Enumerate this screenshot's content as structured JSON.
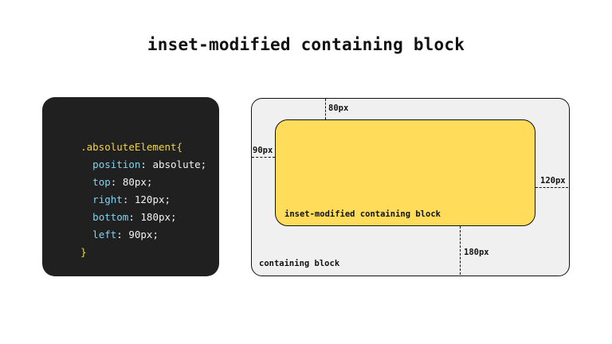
{
  "title": "inset-modified containing block",
  "code": {
    "selector": ".absoluteElement",
    "open_brace": "{",
    "close_brace": "}",
    "declarations": [
      {
        "property": "position",
        "value": "absolute;"
      },
      {
        "property": "top",
        "value": "80px;"
      },
      {
        "property": "right",
        "value": "120px;"
      },
      {
        "property": "bottom",
        "value": "180px;"
      },
      {
        "property": "left",
        "value": "90px;"
      }
    ]
  },
  "diagram": {
    "containing_block_label": "containing block",
    "inset_block_label": "inset-modified containing block",
    "top_label": "80px",
    "right_label": "120px",
    "bottom_label": "180px",
    "left_label": "90px"
  },
  "colors": {
    "code_background": "#202020",
    "selector": "#f0d44a",
    "property": "#7dd3f2",
    "value": "#f2f2f2",
    "containing_block": "#f0f0f0",
    "inset_block": "#ffdc5a"
  }
}
